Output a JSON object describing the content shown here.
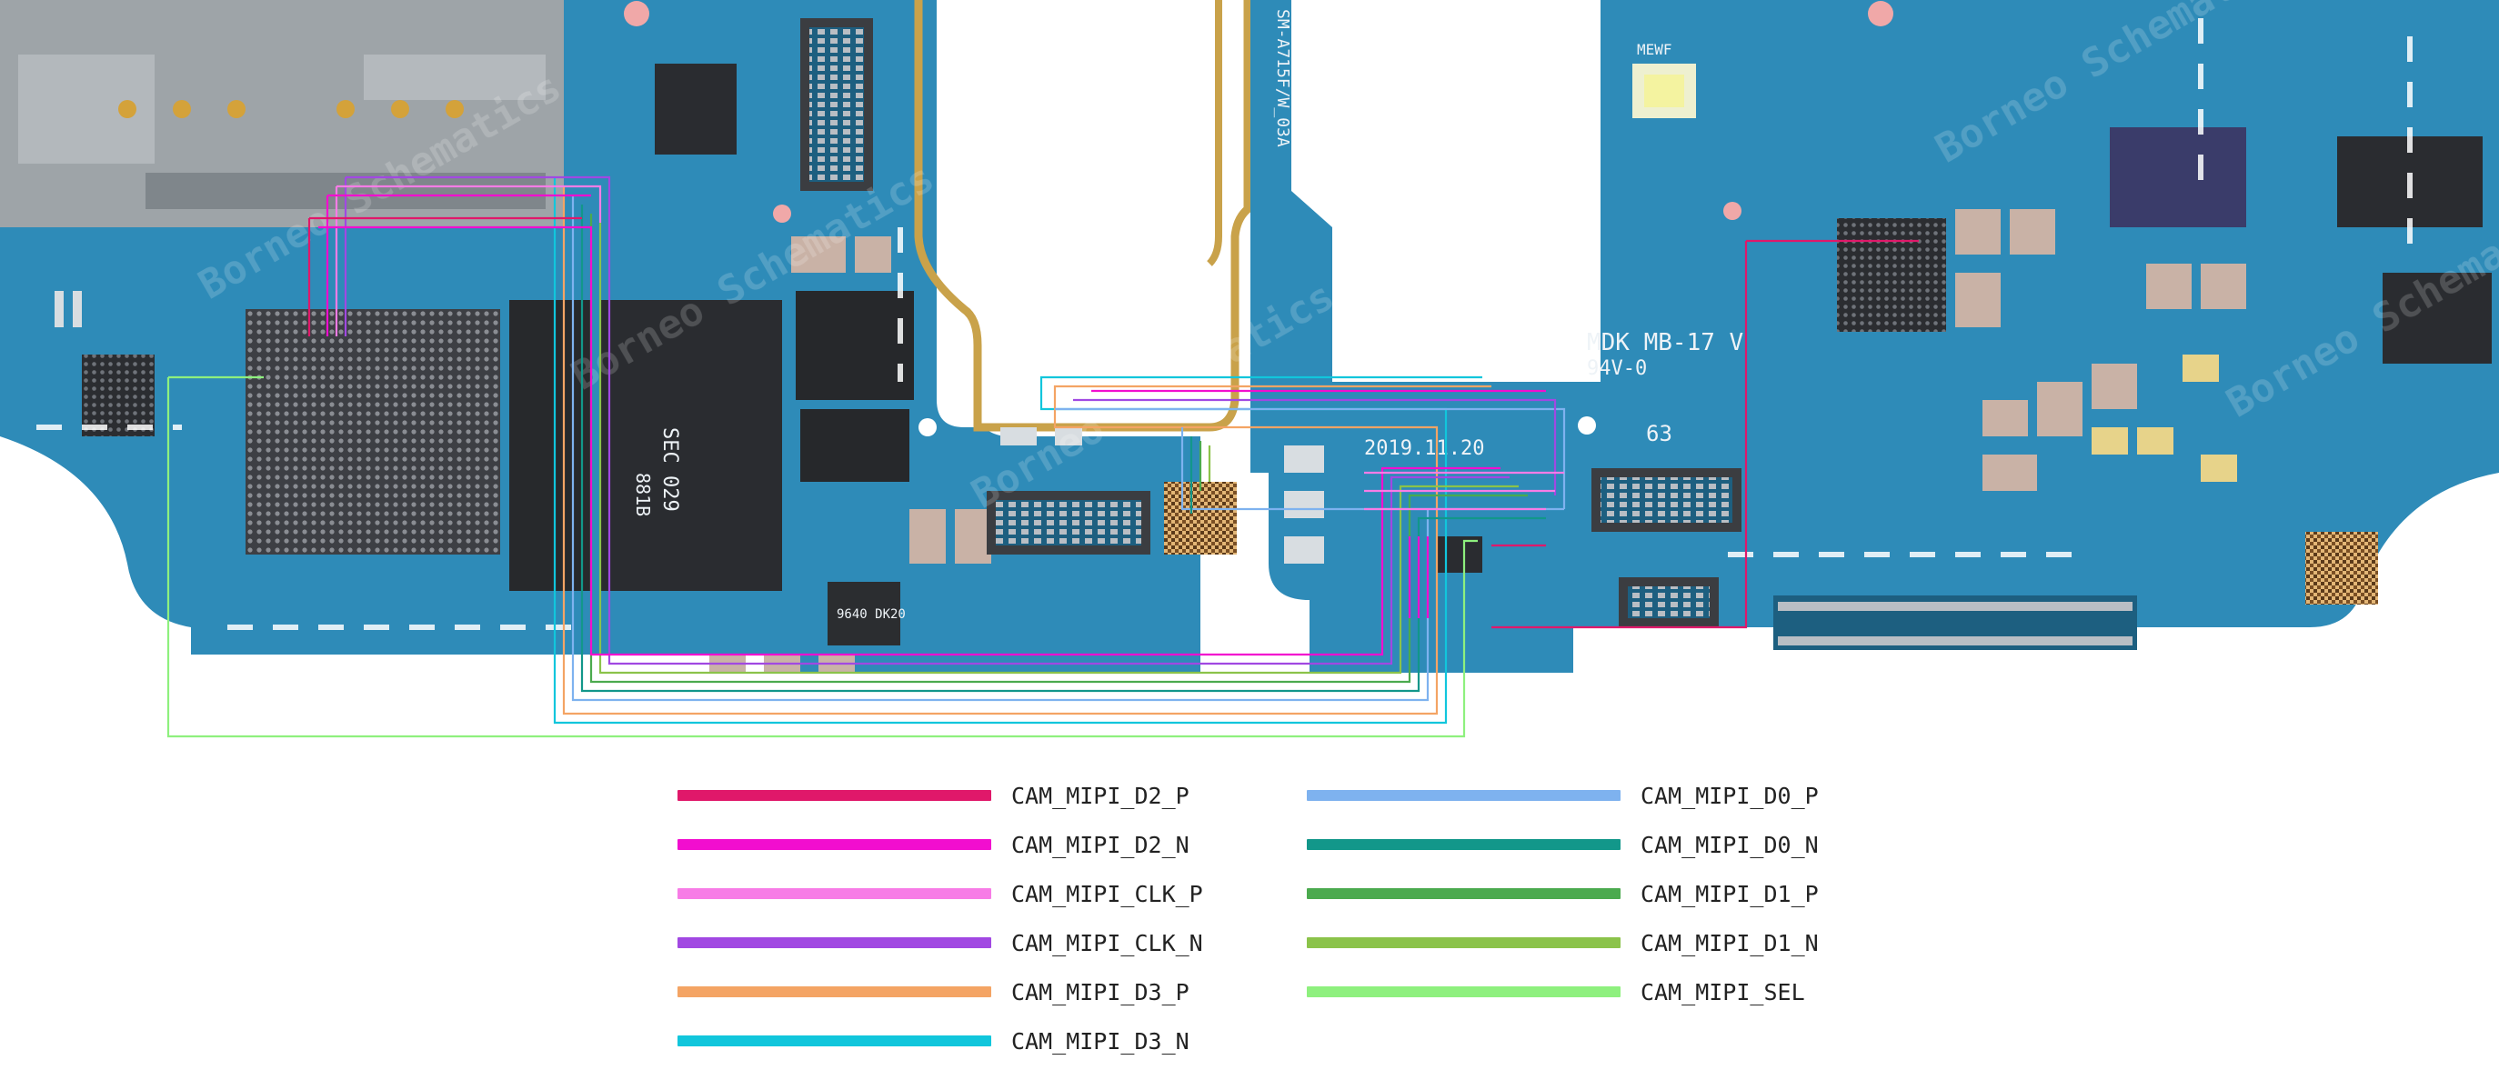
{
  "board": {
    "silkscreen": {
      "board_id": "MDK MB-17 V",
      "board_code": "94V-0",
      "mark_63": "63",
      "date": "2019.11.20",
      "model_vertical": "SM-A715F/W_03A",
      "chip_top": "SEC 029",
      "chip_mid": "881B",
      "chip_small": "9640 DK20",
      "flash_mark": "MEWF",
      "watermark": "Borneo Schematics"
    }
  },
  "legend": {
    "left": [
      {
        "label": "CAM_MIPI_D2_P",
        "color": "#e0186a"
      },
      {
        "label": "CAM_MIPI_D2_N",
        "color": "#f20ecf"
      },
      {
        "label": "CAM_MIPI_CLK_P",
        "color": "#f77ce6"
      },
      {
        "label": "CAM_MIPI_CLK_N",
        "color": "#a148e2"
      },
      {
        "label": "CAM_MIPI_D3_P",
        "color": "#f4a464"
      },
      {
        "label": "CAM_MIPI_D3_N",
        "color": "#11c6dc"
      }
    ],
    "right": [
      {
        "label": "CAM_MIPI_D0_P",
        "color": "#7eb2ef"
      },
      {
        "label": "CAM_MIPI_D0_N",
        "color": "#12978a"
      },
      {
        "label": "CAM_MIPI_D1_P",
        "color": "#4baa4e"
      },
      {
        "label": "CAM_MIPI_D1_N",
        "color": "#8bc34a"
      },
      {
        "label": "CAM_MIPI_SEL",
        "color": "#8ef07e"
      }
    ]
  },
  "colors": {
    "pcb": "#2e8bb8",
    "pcb_dark": "#1f6f96",
    "copper": "#c9a24a",
    "shield": "#9ea4a8",
    "white": "#ffffff"
  }
}
